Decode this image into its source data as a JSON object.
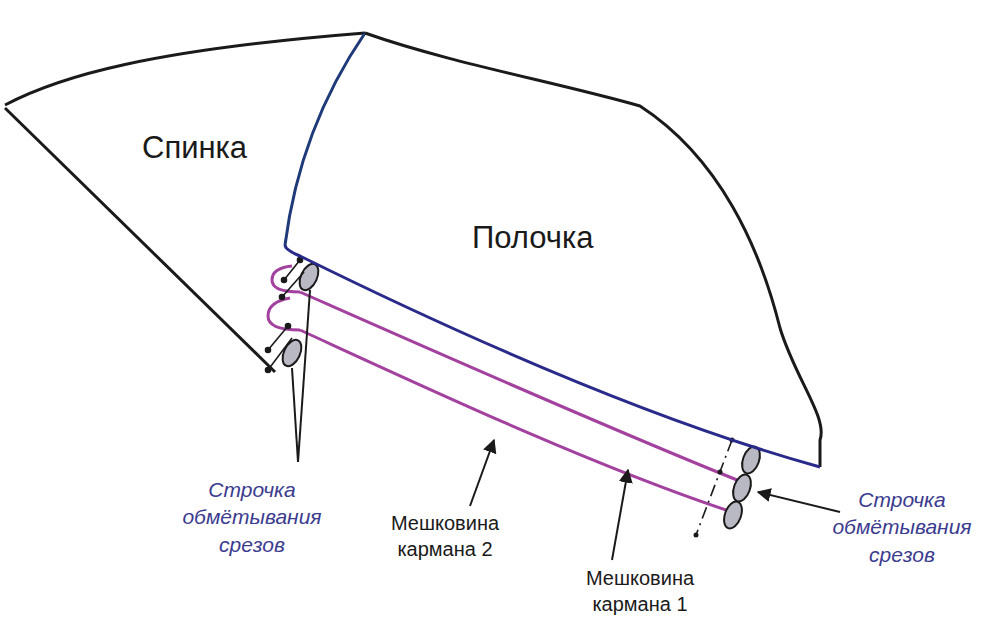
{
  "diagram": {
    "nodes": [
      {
        "text": [
          "Спинка"
        ]
      },
      {
        "text": [
          "Полочка"
        ]
      }
    ],
    "labels": [
      "Строчка обмётывания срезов",
      "Мешковина кармана 2",
      "Мешковина кармана 1",
      "Строчка обмётывания срезов"
    ]
  }
}
